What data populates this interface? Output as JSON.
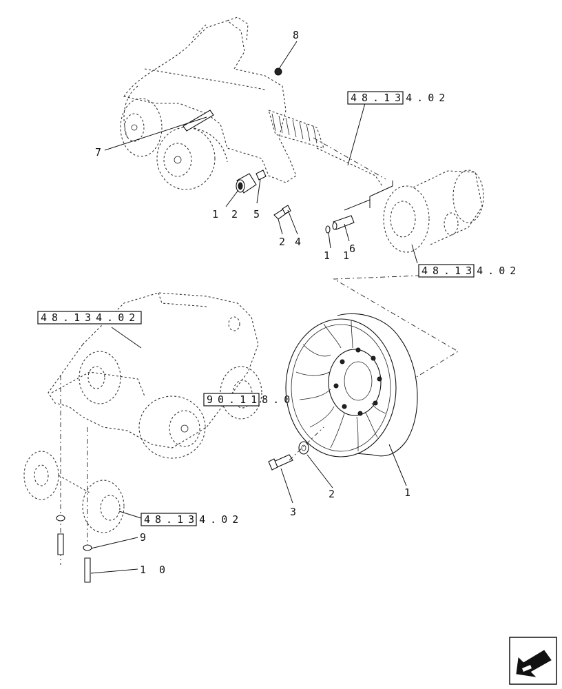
{
  "callouts": [
    {
      "id": "c8",
      "label": "8"
    },
    {
      "id": "c7",
      "label": "7"
    },
    {
      "id": "c12",
      "label": "1 2"
    },
    {
      "id": "c5",
      "label": "5"
    },
    {
      "id": "c2a",
      "label": "2"
    },
    {
      "id": "c4",
      "label": "4"
    },
    {
      "id": "c11",
      "label": "1 1"
    },
    {
      "id": "c6",
      "label": "6"
    },
    {
      "id": "c1",
      "label": "1"
    },
    {
      "id": "c2b",
      "label": "2"
    },
    {
      "id": "c3",
      "label": "3"
    },
    {
      "id": "c9",
      "label": "9"
    },
    {
      "id": "c10",
      "label": "1 0"
    }
  ],
  "references": [
    {
      "id": "r1",
      "text": "48.134.02"
    },
    {
      "id": "r2",
      "text": "48.134.02"
    },
    {
      "id": "r3",
      "text": "48.134.02"
    },
    {
      "id": "r4",
      "text": "90.118.0"
    },
    {
      "id": "r5",
      "text": "48.134.02"
    }
  ],
  "nav_icon": "page-turn-arrow-icon"
}
